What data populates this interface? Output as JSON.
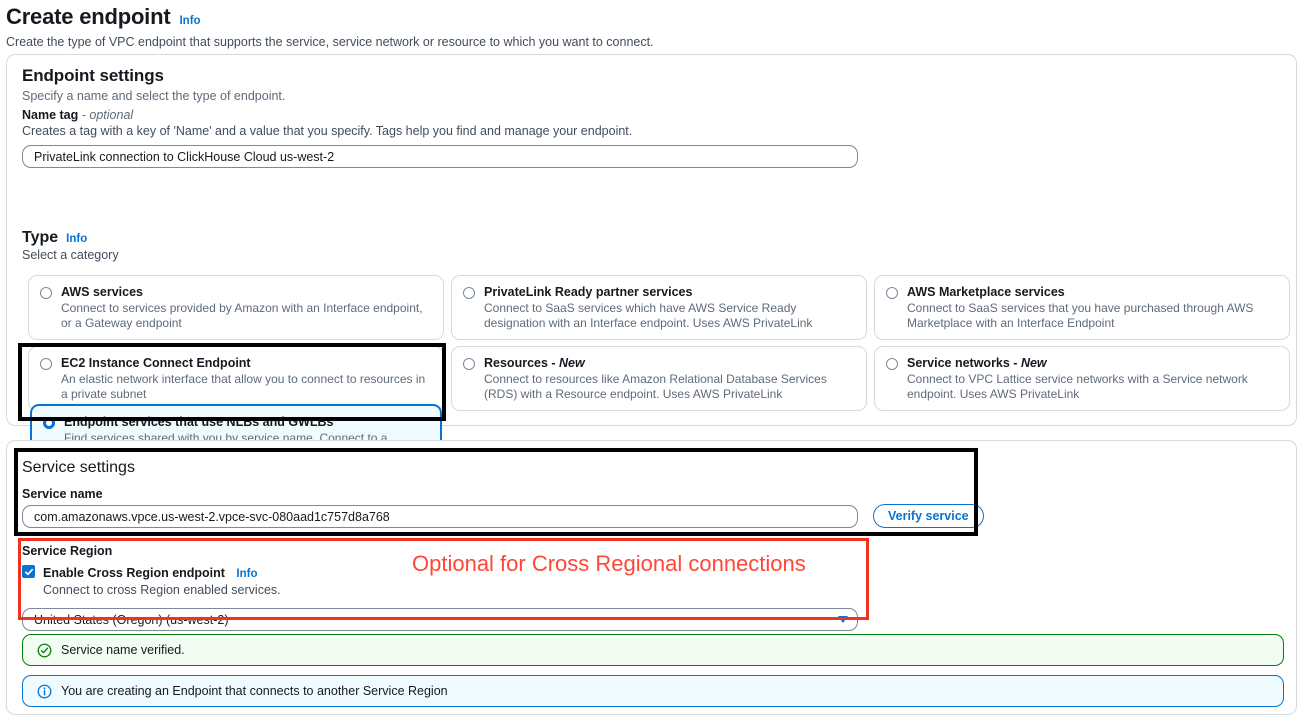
{
  "header": {
    "title": "Create endpoint",
    "info_label": "Info",
    "subtitle": "Create the type of VPC endpoint that supports the service, service network or resource to which you want to connect."
  },
  "endpoint_settings": {
    "title": "Endpoint settings",
    "description": "Specify a name and select the type of endpoint.",
    "name_tag": {
      "label": "Name tag",
      "optional_suffix": "- optional",
      "description": "Creates a tag with a key of 'Name' and a value that you specify. Tags help you find and manage your endpoint.",
      "value": "PrivateLink connection to ClickHouse Cloud us-west-2"
    },
    "type": {
      "label": "Type",
      "info_label": "Info",
      "description": "Select a category",
      "options": [
        {
          "title": "AWS services",
          "description": "Connect to services provided by Amazon with an Interface endpoint, or a Gateway endpoint",
          "selected": false
        },
        {
          "title": "PrivateLink Ready partner services",
          "description": "Connect to SaaS services which have AWS Service Ready designation with an Interface endpoint. Uses AWS PrivateLink",
          "selected": false
        },
        {
          "title": "AWS Marketplace services",
          "description": "Connect to SaaS services that you have purchased through AWS Marketplace with an Interface Endpoint",
          "selected": false
        },
        {
          "title": "EC2 Instance Connect Endpoint",
          "description": "An elastic network interface that allow you to connect to resources in a private subnet",
          "selected": false
        },
        {
          "title": "Resources - New",
          "description": "Connect to resources like Amazon Relational Database Services (RDS) with a Resource endpoint. Uses AWS PrivateLink",
          "selected": false
        },
        {
          "title": "Service networks - New",
          "description": "Connect to VPC Lattice service networks with a Service network endpoint. Uses AWS PrivateLink",
          "selected": false
        },
        {
          "title": "Endpoint services that use NLBs and GWLBs",
          "description": "Find services shared with you by service name. Connect to a Network LoadBalancer (NLB) service with an Interface endpoint or to a Gateway LoadBalancer (GWLB) service with a Gateway Load Balancer endpoint",
          "selected": true
        }
      ]
    }
  },
  "service_settings": {
    "title": "Service settings",
    "service_name": {
      "label": "Service name",
      "value": "com.amazonaws.vpce.us-west-2.vpce-svc-080aad1c757d8a768"
    },
    "verify_button": "Verify service",
    "service_region": {
      "label": "Service Region",
      "checkbox_label": "Enable Cross Region endpoint",
      "checkbox_info": "Info",
      "checkbox_description": "Connect to cross Region enabled services.",
      "checkbox_checked": true,
      "selected_region": "United States (Oregon) (us-west-2)"
    },
    "alerts": [
      {
        "type": "success",
        "icon": "check-circle-icon",
        "text": "Service name verified."
      },
      {
        "type": "info",
        "icon": "info-circle-icon",
        "text": "You are creating an Endpoint that connects to another Service Region"
      }
    ]
  },
  "annotations": {
    "red_note": "Optional for Cross Regional connections",
    "colors": {
      "accent_blue": "#0972d3",
      "annotation_red": "#ff4637",
      "annotation_black": "#000000",
      "success_green": "#037f0c"
    }
  }
}
